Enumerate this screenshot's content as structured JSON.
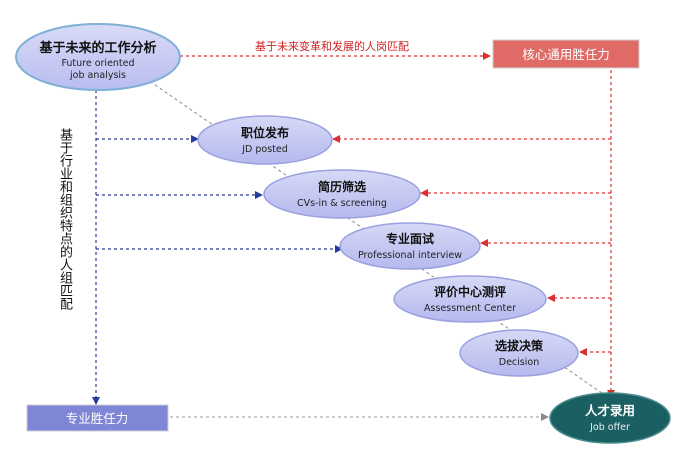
{
  "nodes": {
    "analysis": {
      "zh": "基于未来的工作分析",
      "en1": "Future oriented",
      "en2": "job analysis"
    },
    "posting": {
      "zh": "职位发布",
      "en": "JD posted"
    },
    "screening": {
      "zh": "简历筛选",
      "en": "CVs-in & screening"
    },
    "interview": {
      "zh": "专业面试",
      "en": "Professional interview"
    },
    "assessment": {
      "zh": "评价中心测评",
      "en": "Assessment Center"
    },
    "decision": {
      "zh": "选拔决策",
      "en": "Decision"
    },
    "offer": {
      "zh": "人才录用",
      "en": "Job offer"
    }
  },
  "boxes": {
    "core": "核心通用胜任力",
    "professional": "专业胜任力"
  },
  "labels": {
    "top_arrow": "基于未来变革和发展的人岗匹配",
    "left_vertical": "基于行业和组织特点的人组匹配"
  },
  "colors": {
    "node_fill": "#c5c8f2",
    "node_stroke": "#9aa0e0",
    "analysis_stroke": "#7fb0d8",
    "offer_fill": "#1a5f61",
    "core_box": "#e06a66",
    "professional_box": "#7f86d6",
    "red_arrow": "#d93030",
    "blue_arrow": "#2a3a9a",
    "top_label": "#cc2222"
  }
}
